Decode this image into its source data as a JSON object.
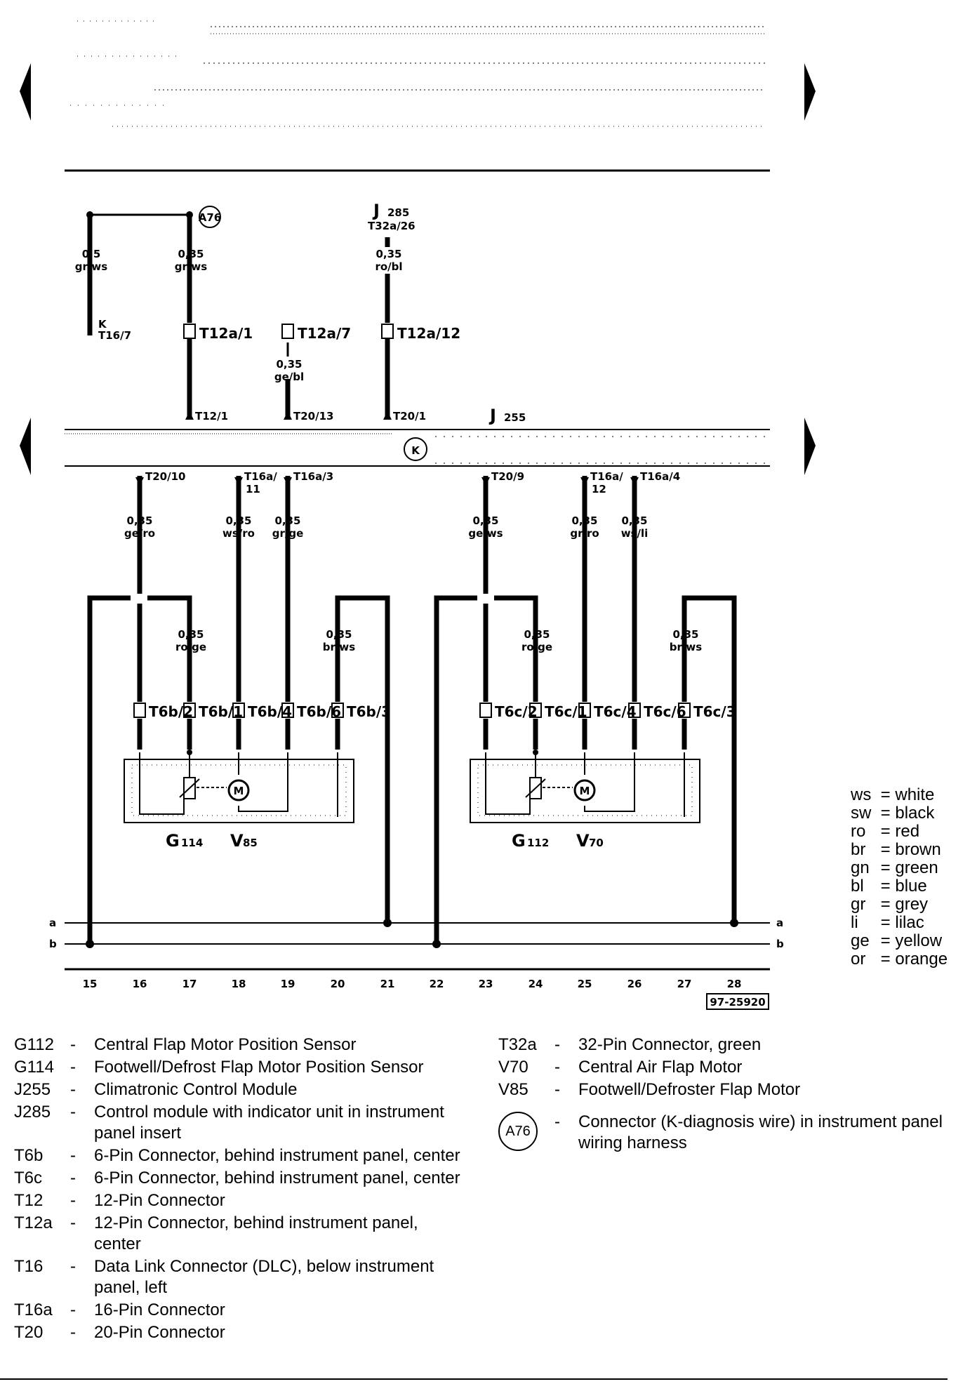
{
  "header": {
    "diagram_id": "97-25920"
  },
  "top_wires": [
    {
      "size": "0,5",
      "color": "gr/ws",
      "end": "K",
      "end_sub": "T16/7"
    },
    {
      "size": "0,35",
      "color": "gr/ws",
      "connector": "T12a/1",
      "terminal": "T12/1",
      "ref": "A76"
    },
    {
      "size": "0,35",
      "color": "ge/bl",
      "connector": "T12a/7",
      "terminal": "T20/13"
    },
    {
      "size": "0,35",
      "color": "ro/bl",
      "connector": "T12a/12",
      "terminal": "T20/1",
      "source": "J",
      "source_sub": "285",
      "source_pin": "T32a/26"
    }
  ],
  "module_label": {
    "main": "J",
    "sub": "255"
  },
  "k_symbol": "K",
  "left_unit": {
    "outputs": [
      {
        "terminal": "T20/10",
        "size": "0,35",
        "color": "ge/ro"
      },
      {
        "terminal": "T16a/",
        "terminal2": "11",
        "size": "0,35",
        "color": "ws/ro"
      },
      {
        "terminal": "T16a/3",
        "size": "0,35",
        "color": "gr/ge"
      }
    ],
    "loops": [
      {
        "size": "0,35",
        "color": "ro/ge"
      },
      {
        "size": "0,35",
        "color": "br/ws"
      }
    ],
    "pins": [
      "T6b/2",
      "T6b/1",
      "T6b/4",
      "T6b/6",
      "T6b/3"
    ],
    "labels": [
      {
        "main": "G",
        "sub": "114"
      },
      {
        "main": "V",
        "sub": "85"
      }
    ]
  },
  "right_unit": {
    "outputs": [
      {
        "terminal": "T20/9",
        "size": "0,35",
        "color": "ge/ws"
      },
      {
        "terminal": "T16a/",
        "terminal2": "12",
        "size": "0,35",
        "color": "gr/ro"
      },
      {
        "terminal": "T16a/4",
        "size": "0,35",
        "color": "ws/li"
      }
    ],
    "loops": [
      {
        "size": "0,35",
        "color": "ro/ge"
      },
      {
        "size": "0,35",
        "color": "br/ws"
      }
    ],
    "pins": [
      "T6c/2",
      "T6c/1",
      "T6c/4",
      "T6c/6",
      "T6c/3"
    ],
    "labels": [
      {
        "main": "G",
        "sub": "112"
      },
      {
        "main": "V",
        "sub": "70"
      }
    ]
  },
  "motor_symbol": "M",
  "bus_labels": [
    "a",
    "b"
  ],
  "track_numbers": [
    "15",
    "16",
    "17",
    "18",
    "19",
    "20",
    "21",
    "22",
    "23",
    "24",
    "25",
    "26",
    "27",
    "28"
  ],
  "color_legend": [
    {
      "abbr": "ws",
      "name": "white"
    },
    {
      "abbr": "sw",
      "name": "black"
    },
    {
      "abbr": "ro",
      "name": "red"
    },
    {
      "abbr": "br",
      "name": "brown"
    },
    {
      "abbr": "gn",
      "name": "green"
    },
    {
      "abbr": "bl",
      "name": "blue"
    },
    {
      "abbr": "gr",
      "name": "grey"
    },
    {
      "abbr": "li",
      "name": "lilac"
    },
    {
      "abbr": "ge",
      "name": "yellow"
    },
    {
      "abbr": "or",
      "name": "orange"
    }
  ],
  "component_key_left": [
    {
      "code": "G112",
      "desc": "Central Flap Motor Position Sensor"
    },
    {
      "code": "G114",
      "desc": "Footwell/Defrost Flap Motor Position Sensor"
    },
    {
      "code": "J255",
      "desc": "Climatronic Control Module"
    },
    {
      "code": "J285",
      "desc": "Control module with indicator unit in instrument panel insert"
    },
    {
      "code": "T6b",
      "desc": "6-Pin Connector, behind instrument panel, center"
    },
    {
      "code": "T6c",
      "desc": "6-Pin Connector, behind instrument panel, center"
    },
    {
      "code": "T12",
      "desc": "12-Pin Connector"
    },
    {
      "code": "T12a",
      "desc": "12-Pin Connector, behind instrument panel, center"
    },
    {
      "code": "T16",
      "desc": "Data Link Connector (DLC), below instrument panel, left"
    },
    {
      "code": "T16a",
      "desc": "16-Pin Connector"
    },
    {
      "code": "T20",
      "desc": "20-Pin Connector"
    }
  ],
  "component_key_right": [
    {
      "code": "T32a",
      "desc": "32-Pin Connector, green"
    },
    {
      "code": "V70",
      "desc": "Central Air Flap Motor"
    },
    {
      "code": "V85",
      "desc": "Footwell/Defroster Flap Motor"
    }
  ],
  "connector_note": {
    "code": "A76",
    "desc": "Connector (K-diagnosis wire) in instrument panel wiring harness"
  }
}
